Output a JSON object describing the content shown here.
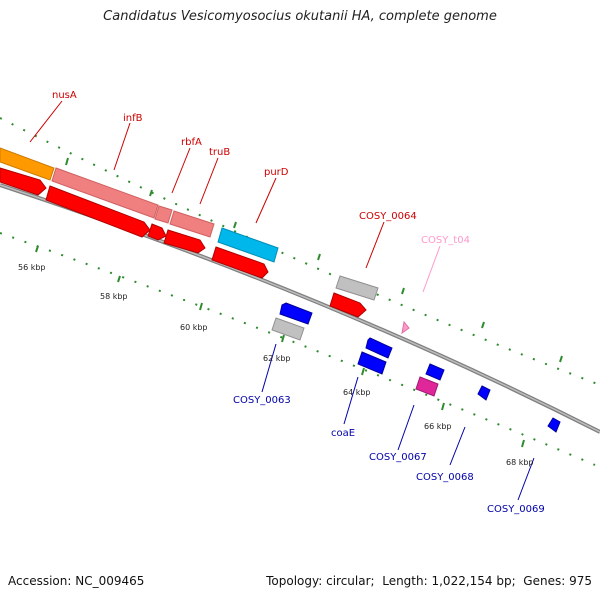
{
  "title": "Candidatus Vesicomyosocius okutanii HA, complete genome",
  "footer": {
    "accession_label": "Accession:",
    "accession": "NC_009465",
    "topology_label": "Topology:",
    "topology": "circular",
    "length_label": "Length:",
    "length": "1,022,154 bp",
    "genes_label": "Genes:",
    "genes": "975"
  },
  "colors": {
    "forward_gene": "#ff0000",
    "forward_gene_light": "#f08080",
    "reverse_gene": "#0000ff",
    "hypothetical_gene": "#c0c0c0",
    "trna": "#ff99cc",
    "orange_feature": "#ff9900",
    "cyan_feature": "#00b7eb",
    "magenta_feature": "#e0279a",
    "ticks": "#2e8b2e",
    "backbone": "#808080",
    "forward_label": "#cc0000",
    "reverse_label": "#0000aa"
  },
  "scale_labels": [
    "56 kbp",
    "58 kbp",
    "60 kbp",
    "62 kbp",
    "64 kbp",
    "66 kbp",
    "68 kbp"
  ],
  "gene_labels": {
    "nusA": "nusA",
    "infB": "infB",
    "rbfA": "rbfA",
    "truB": "truB",
    "purD": "purD",
    "cosy0064": "COSY_0064",
    "cosy_t04": "COSY_t04",
    "cosy0063": "COSY_0063",
    "coaE": "coaE",
    "cosy0067": "COSY_0067",
    "cosy0068": "COSY_0068",
    "cosy0069": "COSY_0069"
  }
}
